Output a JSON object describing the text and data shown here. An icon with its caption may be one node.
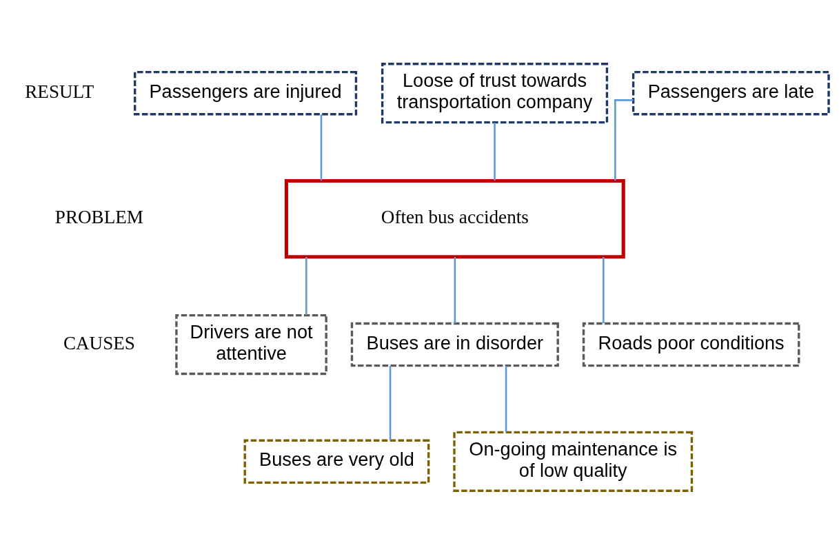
{
  "diagram": {
    "nodes": [
      {
        "text": [
          "Passengers are injured"
        ]
      },
      {
        "text": [
          "Loose of trust towards transportation company"
        ]
      },
      {
        "text": [
          "Passengers are late"
        ]
      },
      {
        "text": [
          "Often bus accidents"
        ]
      },
      {
        "text": [
          "Drivers are not attentive"
        ]
      },
      {
        "text": [
          "Buses are in disorder"
        ]
      },
      {
        "text": [
          "Roads poor conditions"
        ]
      },
      {
        "text": [
          "Buses are very old"
        ]
      },
      {
        "text": [
          "On-going maintenance is of low quality"
        ]
      }
    ],
    "edges": [
      {
        "from": 0,
        "to": 3,
        "arrow": "none"
      },
      {
        "from": 1,
        "to": 3,
        "arrow": "none"
      },
      {
        "from": 2,
        "to": 3,
        "arrow": "none"
      },
      {
        "from": 3,
        "to": 4,
        "arrow": "none"
      },
      {
        "from": 3,
        "to": 5,
        "arrow": "none"
      },
      {
        "from": 3,
        "to": 6,
        "arrow": "none"
      },
      {
        "from": 5,
        "to": 7,
        "arrow": "none"
      },
      {
        "from": 5,
        "to": 8,
        "arrow": "none"
      }
    ],
    "labels": [
      "RESULT",
      "PROBLEM",
      "CAUSES"
    ]
  }
}
